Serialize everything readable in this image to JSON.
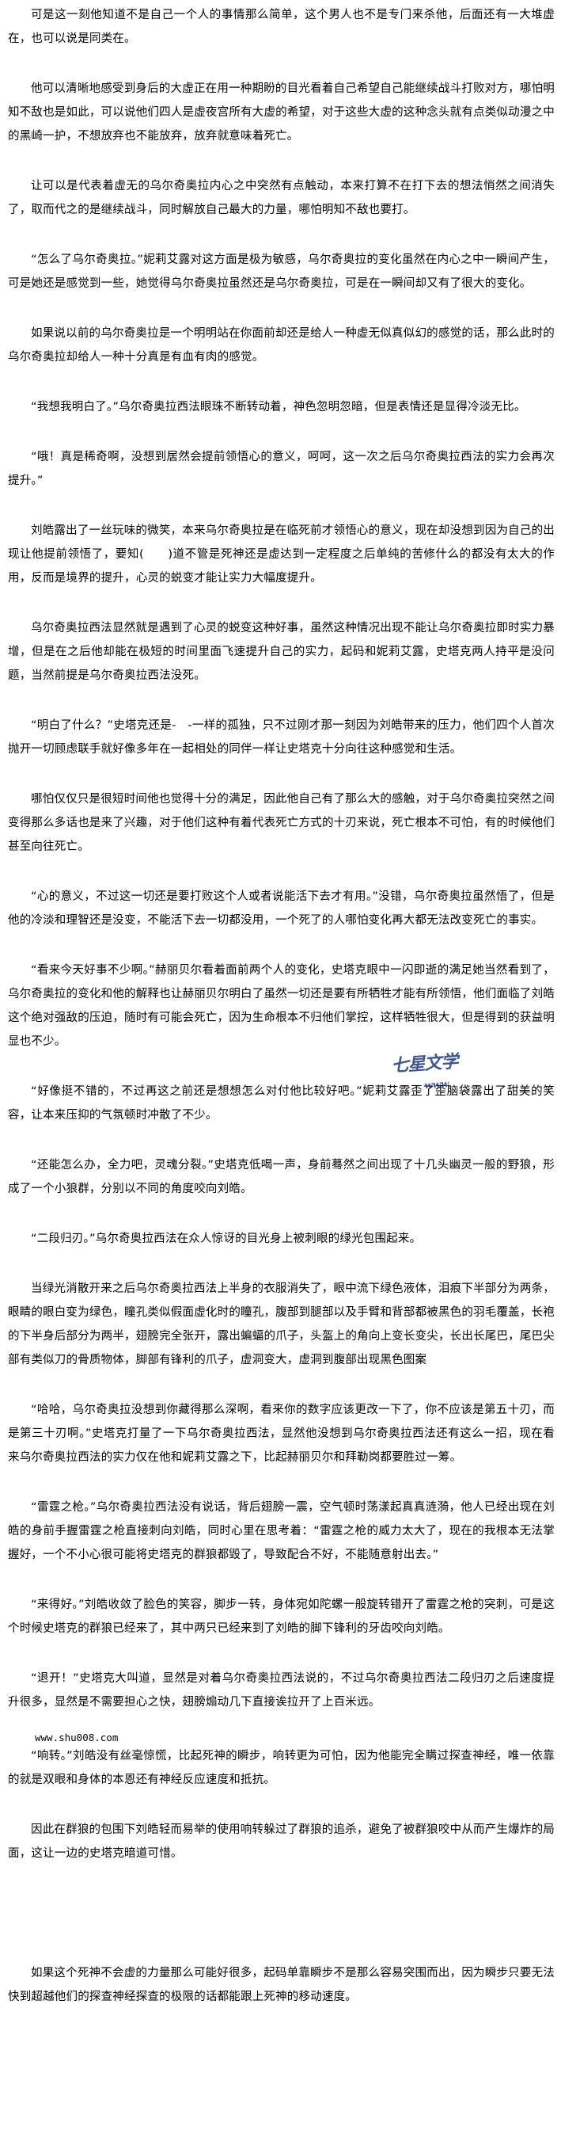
{
  "document": {
    "paragraphs": [
      "可是这一刻他知道不是自己一个人的事情那么简单，这个男人也不是专门来杀他，后面还有一大堆虚在，也可以说是同类在。",
      "他可以清晰地感受到身后的大虚正在用一种期盼的目光看着自己希望自己能继续战斗打败对方，哪怕明知不敌也是如此，可以说他们四人是虚夜宫所有大虚的希望，对于这些大虚的这种念头就有点类似动漫之中的黑崎一护，不想放弃也不能放弃，放弃就意味着死亡。",
      "让可以是代表着虚无的乌尔奇奥拉内心之中突然有点触动，本来打算不在打下去的想法悄然之间消失了，取而代之的是继续战斗，同时解放自己最大的力量，哪怕明知不敌也要打。",
      "“怎么了乌尔奇奥拉。”妮莉艾露对这方面是极为敏感，乌尔奇奥拉的变化虽然在内心之中一瞬间产生，可是她还是感觉到一些，她觉得乌尔奇奥拉虽然还是乌尔奇奥拉，可是在一瞬间却又有了很大的变化。",
      "如果说以前的乌尔奇奥拉是一个明明站在你面前却还是给人一种虚无似真似幻的感觉的话，那么此时的乌尔奇奥拉却给人一种十分真是有血有肉的感觉。",
      "“我想我明白了。”乌尔奇奥拉西法眼珠不断转动着，神色忽明忽暗，但是表情还是显得冷淡无比。",
      "“哦！真是稀奇啊，没想到居然会提前领悟心的意义，呵呵，这一次之后乌尔奇奥拉西法的实力会再次提升。”",
      "刘皓露出了一丝玩味的微笑，本来乌尔奇奥拉是在临死前才领悟心的意义，现在却没想到因为自己的出现让他提前领悟了，要知(　　)道不管是死神还是虚达到一定程度之后单纯的苦修什么的都没有太大的作用，反而是境界的提升，心灵的蜕变才能让实力大幅度提升。",
      "乌尔奇奥拉西法显然就是遇到了心灵的蜕变这种好事，虽然这种情况出现不能让乌尔奇奥拉即时实力暴增，但是在之后他却能在极短的时间里面飞速提升自己的实力，起码和妮莉艾露，史塔克两人持平是没问题，当然前提是乌尔奇奥拉西法没死。",
      "“明白了什么？”史塔克还是-　-一样的孤独，只不过刚才那一刻因为刘皓带来的压力，他们四个人首次抛开一切顾虑联手就好像多年在一起相处的同伴一样让史塔克十分向往这种感觉和生活。",
      "哪怕仅仅只是很短时间他也觉得十分的满足，因此他自己有了那么大的感触，对于乌尔奇奥拉突然之间变得那么多话也是来了兴趣，对于他们这种有着代表死亡方式的十刃来说，死亡根本不可怕，有的时候他们甚至向往死亡。",
      "“心的意义，不过这一切还是要打败这个人或者说能活下去才有用。”没错，乌尔奇奥拉虽然悟了，但是他的冷淡和理智还是没变，不能活下去一切都没用，一个死了的人哪怕变化再大都无法改变死亡的事实。",
      "“看来今天好事不少啊。”赫丽贝尔看着面前两个人的变化，史塔克眼中一闪即逝的满足她当然看到了，乌尔奇奥拉的变化和他的解释也让赫丽贝尔明白了虽然一切还是要有所牺牲才能有所领悟，他们面临了刘皓这个绝对强敌的压迫，随时有可能会死亡，因为生命根本不归他们掌控，这样牺牲很大，但是得到的获益明显也不少。",
      "“好像挺不错的，不过再这之前还是想想怎么对付他比较好吧。”妮莉艾露歪了歪脑袋露出了甜美的笑容，让本来压抑的气氛顿时冲散了不少。",
      "“还能怎么办，全力吧，灵魂分裂。”史塔克低喝一声，身前蓦然之间出现了十几头幽灵一般的野狼，形成了一个小狼群，分别以不同的角度咬向刘皓。",
      "“二段归刃。”乌尔奇奥拉西法在众人惊讶的目光身上被刺眼的绿光包围起来。",
      "当绿光消散开来之后乌尔奇奥拉西法上半身的衣服消失了，眼中流下绿色液体，泪痕下半部分为两条，眼睛的眼白变为绿色，瞳孔类似假面虚化时的瞳孔，腹部到腿部以及手臂和背部都被黑色的羽毛覆盖，长袍的下半身后部分为两半，翅膀完全张开，露出蝙蝠的爪子，头盔上的角向上变长变尖，长出长尾巴，尾巴尖部有类似刀的骨质物体，脚部有锋利的爪子，虚洞变大，虚洞到腹部出现黑色图案",
      "“哈哈，乌尔奇奥拉没想到你藏得那么深啊，看来你的数字应该更改一下了，你不应该是第五十刃，而是第三十刃啊。”史塔克打量了一下乌尔奇奥拉西法，显然他没想到乌尔奇奥拉西法还有这么一招，现在看来乌尔奇奥拉西法的实力仅在他和妮莉艾露之下，比起赫丽贝尔和拜勒岗都要胜过一筹。",
      "“雷霆之枪。”乌尔奇奥拉西法没有说话，背后翅膀一震，空气顿时荡漾起真真涟漪，他人已经出现在刘皓的身前手握雷霆之枪直接刺向刘皓，同时心里在思考着：“雷霆之枪的威力太大了，现在的我根本无法掌握好，一个不小心很可能将史塔克的群狼都毁了，导致配合不好，不能随意射出去。”",
      "“来得好。”刘皓收敛了脸色的笑容，脚步一转，身体宛如陀螺一般旋转错开了雷霆之枪的突刺，可是这个时候史塔克的群狼已经来了，其中两只已经来到了刘皓的脚下锋利的牙齿咬向刘皓。",
      "“退开！”史塔克大叫道，显然是对着乌尔奇奥拉西法说的，不过乌尔奇奥拉西法二段归刃之后速度提升很多，显然是不需要担心之快，翅膀煽动几下直接诶拉开了上百米远。"
    ],
    "site_link": "www.shu008.com",
    "after_link_paragraphs": [
      "“响转。”刘皓没有丝毫惊慌，比起死神的瞬步，响转更为可怕，因为他能完全瞒过探查神经，唯一依靠的就是双眼和身体的本恩还有神经反应速度和抵抗。",
      "因此在群狼的包围下刘皓轻而易举的使用响转躲过了群狼的追杀，避免了被群狼咬中从而产生爆炸的局面，这让一边的史塔克暗道可惜。"
    ],
    "final_paragraph": "如果这个死神不会虚的力量那么可能好很多，起码单靠瞬步不是那么容易突围而出，因为瞬步只要无法快到超越他们的探查神经探查的极限的话都能跟上死神的移动速度。",
    "watermark": {
      "main": "七星文学",
      "sub": "www."
    }
  }
}
